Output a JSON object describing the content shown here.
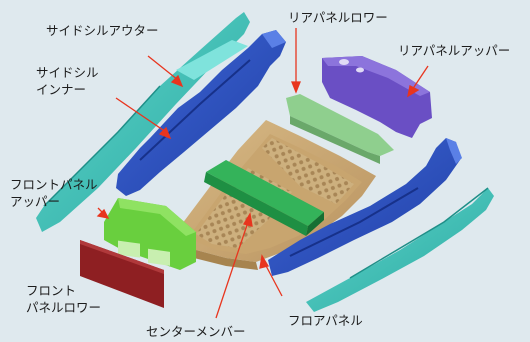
{
  "labels": {
    "side_sill_outer": "サイドシルアウター",
    "side_sill_inner_line1": "サイドシル",
    "side_sill_inner_line2": "インナー",
    "rear_panel_lower": "リアパネルロワー",
    "rear_panel_upper": "リアパネルアッパー",
    "front_panel_upper_line1": "フロントパネル",
    "front_panel_upper_line2": "アッパー",
    "front_panel_lower_line1": "フロント",
    "front_panel_lower_line2": "パネルロワー",
    "floor_panel": "フロアパネル",
    "center_member": "センターメンバー"
  },
  "colors": {
    "background": "#dfe9ee",
    "side_sill_outer": "#35bcb2",
    "side_sill_inner": "#2b4fbd",
    "rear_panel_lower": "#8fcf8e",
    "rear_panel_upper": "#6a4fc4",
    "front_panel_upper": "#69cf3e",
    "front_panel_lower": "#8e1f22",
    "floor_panel": "#c9a771",
    "center_member": "#1e8f43",
    "leader_line": "#e8351e"
  }
}
